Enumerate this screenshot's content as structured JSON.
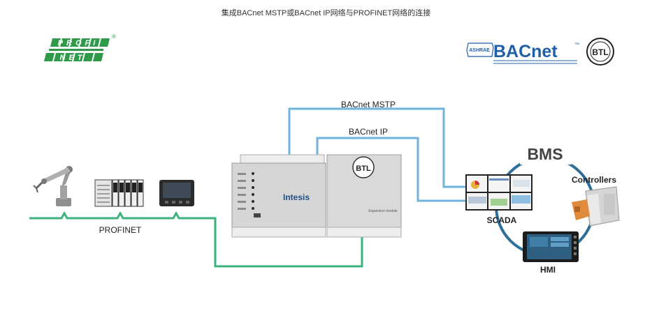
{
  "header": {
    "title": "集成BACnet MSTP或BACnet IP网络与PROFINET网络的连接"
  },
  "logos": {
    "profinet_top": "PROFI",
    "profinet_bottom": "NET",
    "registered": "®",
    "ashrae": "ASHRAE",
    "bacnet": "BACnet",
    "trademark": "™",
    "btl": "BTL"
  },
  "links": {
    "mstp_label": "BACnet MSTP",
    "ip_label": "BACnet IP",
    "profinet_label": "PROFINET"
  },
  "device": {
    "brand": "Intesis",
    "expansion_label": "Expansion module",
    "btl_badge": "BTL"
  },
  "bms": {
    "title": "BMS",
    "scada": "SCADA",
    "controllers": "Controllers",
    "hmi": "HMI"
  },
  "colors": {
    "bacnet_line": "#6fb3de",
    "profinet_line": "#3bb27c",
    "profinet_green": "#2e9a4a",
    "bacnet_blue": "#1f5fa8",
    "ring": "#2e6f9a"
  }
}
